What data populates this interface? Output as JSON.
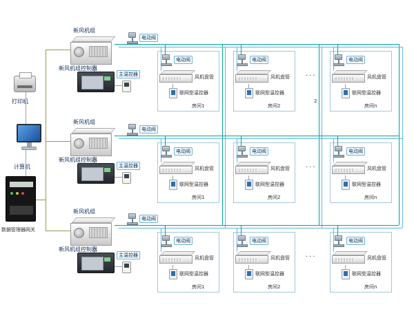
{
  "left_panel": {
    "printer_label": "打印机",
    "computer_label": "计算机",
    "gateway_label": "数据管理器网关"
  },
  "labels": {
    "ahu": "新风机组",
    "ahu_controller": "新风机组控制器",
    "electric_valve": "电动阀",
    "main_thermostat": "主温控器",
    "fan_coil": "风机盘管",
    "networked_thermostat": "联网型温控器",
    "ellipsis": "···",
    "stray": "2"
  },
  "rows": [
    {
      "rooms": [
        "房间1",
        "房间2",
        "房间n"
      ]
    },
    {
      "rooms": [
        "房间1",
        "房间2",
        "房间n"
      ]
    },
    {
      "rooms": [
        "房间1",
        "房间2",
        "房间n"
      ]
    }
  ],
  "colors": {
    "bus_teal": "#00a396",
    "bus_blue": "#58b7e6",
    "trunk": "#98984f"
  }
}
